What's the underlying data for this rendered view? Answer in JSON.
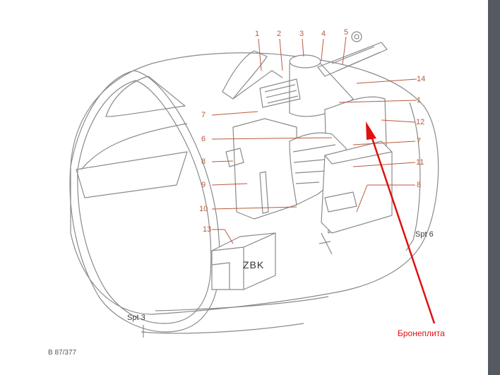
{
  "callouts": {
    "n1": "1",
    "n2": "2",
    "n3": "3",
    "n4": "4",
    "n5": "5",
    "n14": "14",
    "n1b": "1",
    "n7a": "7",
    "n12": "12",
    "n6": "6",
    "n7b": "7",
    "n8a": "8",
    "n11": "11",
    "n9": "9",
    "n8b": "8",
    "n10": "10",
    "n13": "13"
  },
  "labels": {
    "spt6": "Spt 6",
    "spt3": "Spt 3",
    "zbk": "ZBK",
    "reference": "B 87/377"
  },
  "annotation": {
    "text": "Бронеплита",
    "color": "#e01010"
  },
  "colors": {
    "line": "#888888",
    "callout": "#b85a3c",
    "sidebar": "#555a60"
  }
}
